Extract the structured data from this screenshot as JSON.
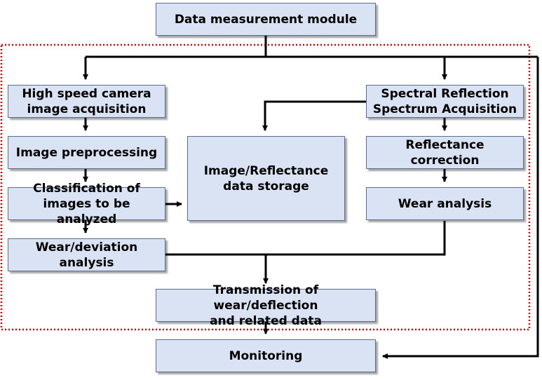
{
  "diagram": {
    "boxes": {
      "data_measurement_module": "Data measurement module",
      "high_speed_camera": "High speed camera\nimage acquisition",
      "image_preprocessing": "Image preprocessing",
      "classification": "Classification of\nimages to be analyzed",
      "wear_deviation": "Wear/deviation\nanalysis",
      "storage": "Image/Reflectance\ndata storage",
      "spectral": "Spectral Reflection\nSpectrum Acquisition",
      "reflectance_correction": "Reflectance correction",
      "wear_analysis": "Wear analysis",
      "transmission": "Transmission of wear/deflection\nand related data",
      "monitoring": "Monitoring"
    },
    "colors": {
      "box_fill": "#dae3f3",
      "box_border": "#5b6f8c",
      "arrow": "#000000",
      "boundary": "#e00000"
    }
  }
}
